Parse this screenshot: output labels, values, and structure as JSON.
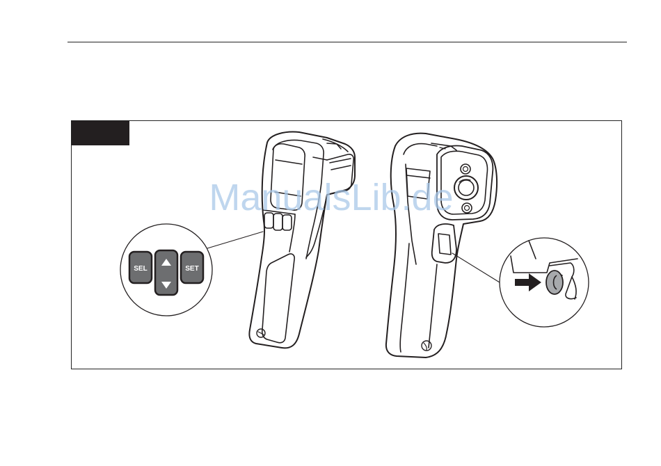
{
  "figure": {
    "buttons": {
      "sel_label": "SEL",
      "set_label": "SET",
      "up_icon": "triangle-up",
      "down_icon": "triangle-down"
    },
    "pointer_icon": "arrow-right"
  },
  "watermark": {
    "text": "ManualsLib.de"
  },
  "colors": {
    "ink": "#231f20",
    "button_fill": "#6d6e70",
    "watermark": "#a9c8e8"
  }
}
